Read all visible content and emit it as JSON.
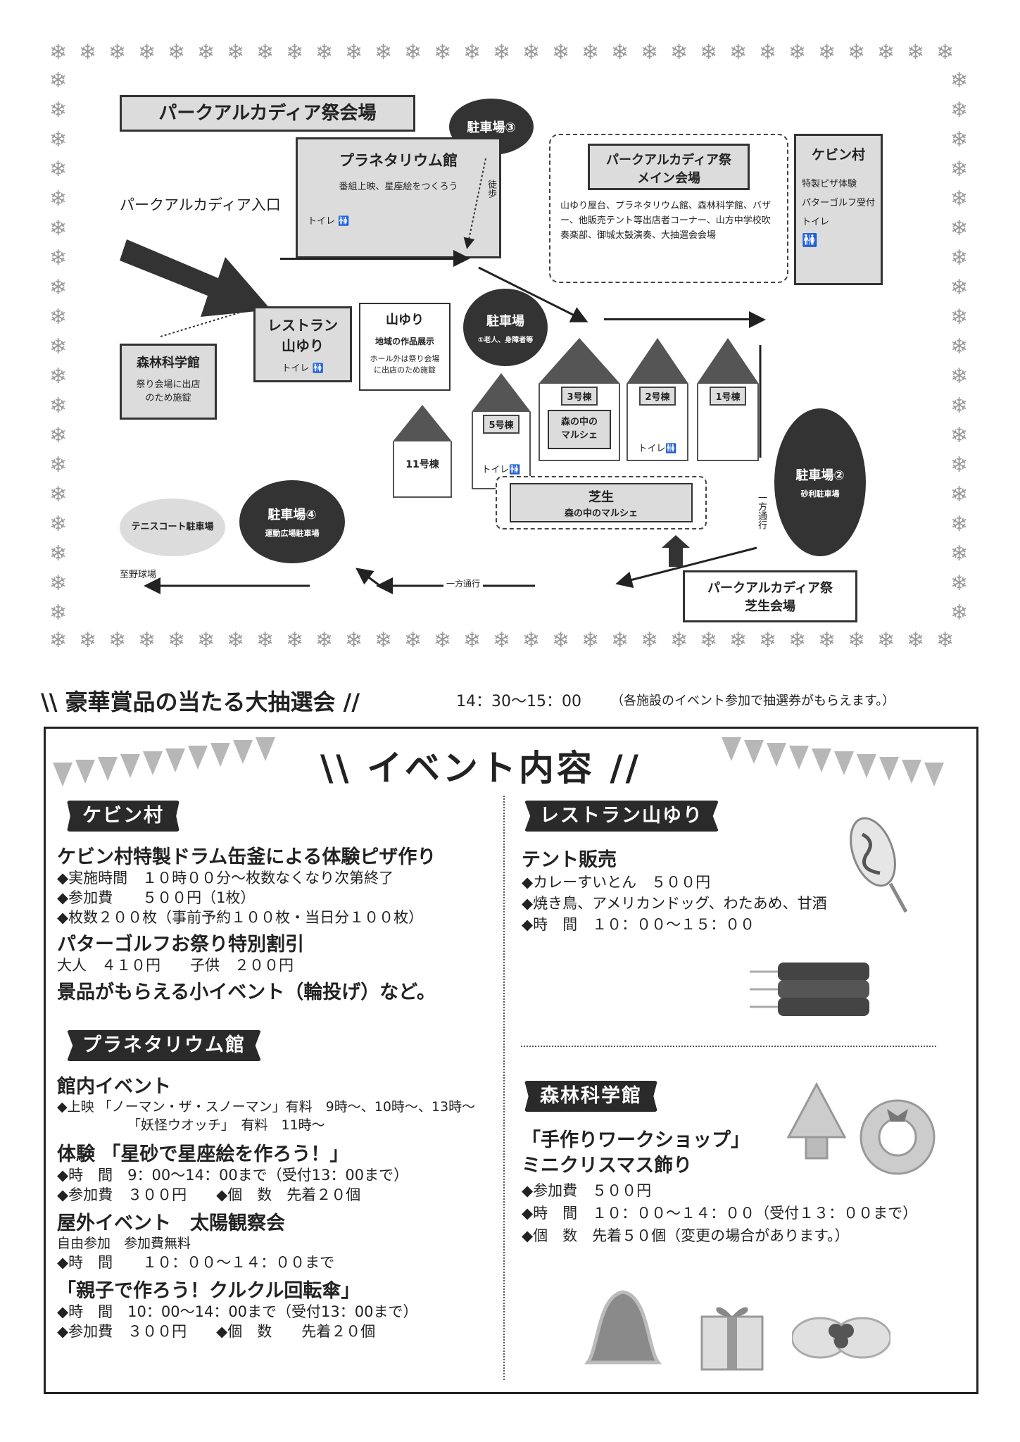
{
  "map": {
    "title": "パークアルカディア祭会場",
    "entrance": "パークアルカディア入口",
    "planetarium": {
      "name": "プラネタリウム館",
      "desc": "番組上映、星座絵をつくろう",
      "toilet": "トイレ"
    },
    "parking3": "駐車場③",
    "walk": "徒歩",
    "main_venue": {
      "name_line1": "パークアルカディア祭",
      "name_line2": "メイン会場",
      "desc": "山ゆり屋台、プラネタリウム館、森林科学館、バザー、他販売テント等出店者コーナー、山方中学校吹奏楽部、御城太鼓演奏、大抽選会会場"
    },
    "cabin": {
      "name": "ケビン村",
      "line1": "特製ピザ体験",
      "line2": "パターゴルフ受付",
      "line3": "トイレ"
    },
    "restaurant": {
      "line1": "レストラン",
      "line2": "山ゆり",
      "toilet": "トイレ"
    },
    "yamayuri": {
      "name": "山ゆり",
      "sub": "地域の作品展示",
      "note_line1": "ホール外は祭り会場",
      "note_line2": "に出店のため施錠"
    },
    "parking_elder": {
      "name": "駐車場",
      "sub": "①老人、身障者等"
    },
    "forest_museum": {
      "name": "森林科学館",
      "line1": "祭り会場に出店",
      "line2": "のため施錠"
    },
    "bldg3": "3号棟",
    "bldg2": "2号棟",
    "bldg1": "1号棟",
    "bldg5": "5号棟",
    "bldg11": "11号棟",
    "marche_line1": "森の中の",
    "marche_line2": "マルシェ",
    "toilet": "トイレ",
    "parking2": {
      "name": "駐車場②",
      "sub": "砂利駐車場"
    },
    "lawn": {
      "name": "芝生",
      "sub": "森の中のマルシェ"
    },
    "oneway_v": "一方通行",
    "oneway_h": "一方通行",
    "tennis": "テニスコート駐車場",
    "parking4": {
      "name": "駐車場④",
      "sub": "運動広場駐車場"
    },
    "to_baseball": "至野球場",
    "lawn_venue": {
      "line1": "パークアルカディア祭",
      "line2": "芝生会場"
    },
    "snowflake": "❄"
  },
  "lottery": {
    "title": "豪華賞品の当たる大抽選会",
    "time": "14：30〜15：00",
    "note": "（各施設のイベント参加で抽選券がもらえます。）"
  },
  "events": {
    "title": "イベント内容",
    "cabin": {
      "label": "ケビン村",
      "h1": "ケビン村特製ドラム缶釜による体験ピザ作り",
      "l1": "◆実施時間　１０時００分〜枚数なくなり次第終了",
      "l2": "◆参加費　　５００円（1枚）",
      "l3": "◆枚数２００枚（事前予約１００枚・当日分１００枚）",
      "h2": "パターゴルフお祭り特別割引",
      "l4": "大人　４１０円　　子供　２００円",
      "h3": "景品がもらえる小イベント（輪投げ）など。"
    },
    "planetarium": {
      "label": "プラネタリウム館",
      "h1": "館内イベント",
      "l1": "◆上映 「ノーマン・ザ・スノーマン」有料　9時〜、10時〜、13時〜",
      "l2": "「妖怪ウオッチ」　有料　11時〜",
      "h2": "体験 「星砂で星座絵を作ろう！」",
      "l3": "◆時　間　9：00〜14：00まで（受付13：00まで）",
      "l4": "◆参加費　３００円　　◆個　数　先着２０個",
      "h3": "屋外イベント　太陽観察会",
      "l5": "自由参加　参加費無料",
      "l6": "◆時　間　　１０：００〜１４：００まで",
      "h4": "「親子で作ろう！クルクル回転傘」",
      "l7": "◆時　間　10：00〜14：00まで（受付13：00まで）",
      "l8": "◆参加費　３００円　　◆個　数　　先着２０個"
    },
    "restaurant": {
      "label": "レストラン山ゆり",
      "h1": "テント販売",
      "l1": "◆カレーすいとん　５００円",
      "l2": "◆焼き鳥、アメリカンドッグ、わたあめ、甘酒",
      "l3": "◆時　間　１０：００〜１５：００"
    },
    "forest": {
      "label": "森林科学館",
      "h1": "「手作りワークショップ」",
      "h2": "ミニクリスマス飾り",
      "l1": "◆参加費　５００円",
      "l2": "◆時　間　１０：００〜１４：００（受付１３：００まで）",
      "l3": "◆個　数　先着５０個（変更の場合があります。）"
    }
  }
}
